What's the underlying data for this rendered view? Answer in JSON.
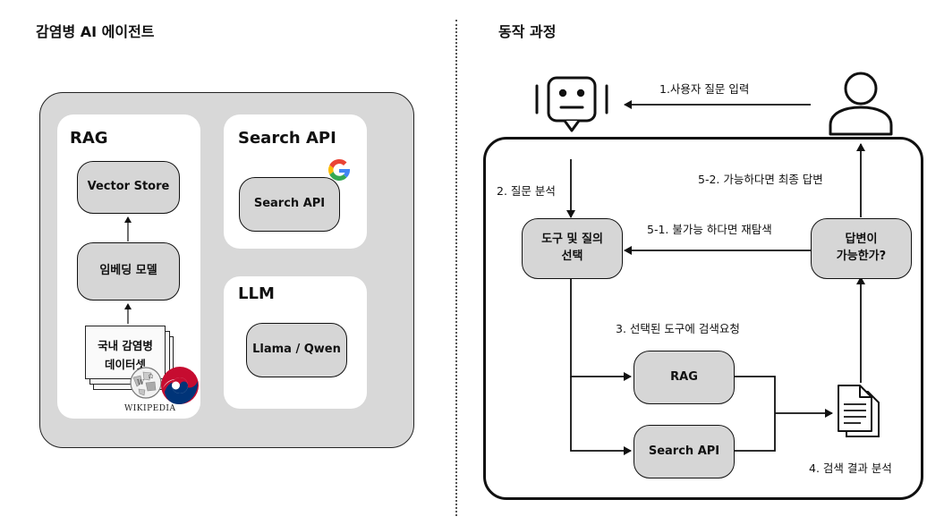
{
  "left": {
    "title": "감염병 AI 에이전트",
    "rag": {
      "title": "RAG",
      "vector_store": "Vector Store",
      "embedding_model": "임베딩 모델",
      "dataset_line1": "국내 감염병",
      "dataset_line2": "데이터셋",
      "wikipedia": "WIKIPEDIA"
    },
    "search": {
      "title": "Search API",
      "node": "Search API"
    },
    "llm": {
      "title": "LLM",
      "node": "Llama / Qwen"
    }
  },
  "right": {
    "title": "동작 과정",
    "step1": "1.사용자 질문 입력",
    "step2": "2. 질문 분석",
    "tool_select_line1": "도구 및 질의",
    "tool_select_line2": "선택",
    "step5_1": "5-1. 불가능 하다면 재탐색",
    "step5_2": "5-2. 가능하다면 최종 답변",
    "answerable_line1": "답변이",
    "answerable_line2": "가능한가?",
    "step3": "3. 선택된 도구에 검색요청",
    "rag_node": "RAG",
    "search_node": "Search API",
    "step4": "4. 검색 결과 분석"
  },
  "icons": [
    "robot-icon",
    "user-icon",
    "document-icon",
    "google-g-icon",
    "wikipedia-globe-icon",
    "korea-government-emblem-icon"
  ],
  "colors": {
    "panel_gray": "#d8d8d8",
    "node_gray": "#d6d6d6",
    "google_blue": "#4285F4",
    "google_red": "#EA4335",
    "google_yellow": "#FBBC05",
    "google_green": "#34A853",
    "emblem_red": "#c60c30",
    "emblem_blue": "#003478"
  }
}
